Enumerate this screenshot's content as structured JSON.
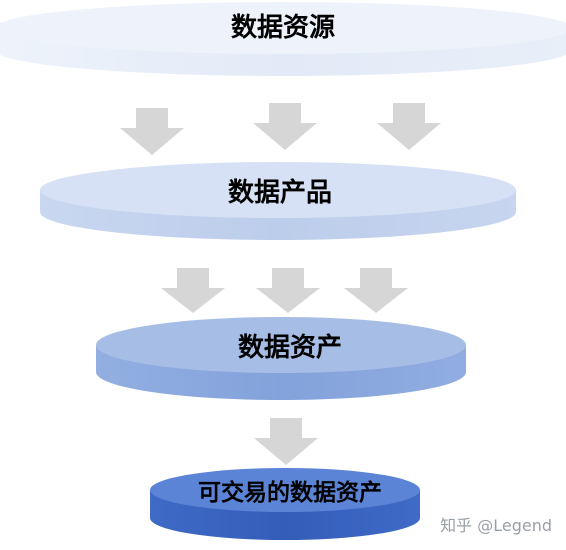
{
  "layers": [
    {
      "label": "数据资源",
      "top_color": "#eef2fb",
      "side_color": "#e2e9f7"
    },
    {
      "label": "数据产品",
      "top_color": "#d6e1f5",
      "side_color": "#c4d4ef"
    },
    {
      "label": "数据资产",
      "top_color": "#a6bde6",
      "side_color": "#8fabdf"
    },
    {
      "label": "可交易的数据资产",
      "top_color": "#5b83d6",
      "side_color": "#3e68c4"
    }
  ],
  "arrow_color": "#d6d6d6",
  "watermark": "知乎 @Legend"
}
